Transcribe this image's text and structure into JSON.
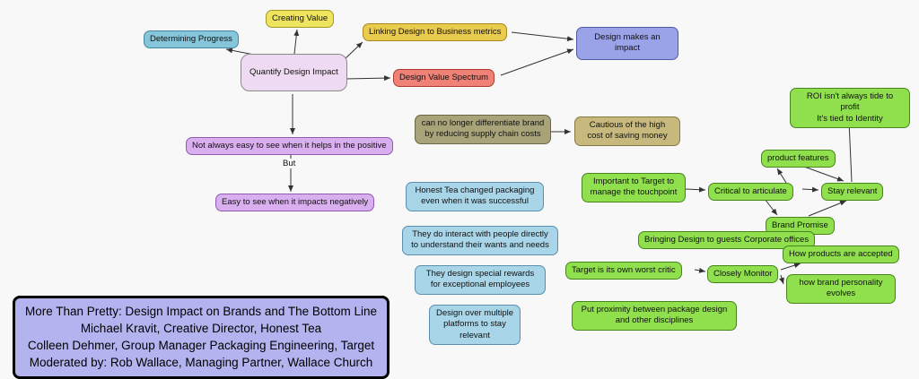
{
  "palette": {
    "background": "#f8f8f8",
    "yellow": "#efe45e",
    "gold": "#e9cb4e",
    "teal_blue": "#85c6db",
    "periwinkle": "#9aa2e8",
    "pale_pink": "#eedaf2",
    "coral_red": "#ef8177",
    "dark_khaki": "#a9a379",
    "khaki": "#c7b97e",
    "violet": "#d9aff0",
    "light_blue": "#a9d5e8",
    "green": "#90e04e",
    "title_box_bg": "#b3b3f0",
    "connector": "#333333"
  },
  "nodes": {
    "creating_value": "Creating Value",
    "determining_progress": "Determining Progress",
    "linking_design": "Linking Design to Business metrics",
    "design_makes_impact": "Design makes an impact",
    "quantify_design_impact": "Quantify Design Impact",
    "design_value_spectrum": "Design Value Spectrum",
    "roi_identity": {
      "line1": "ROI isn't always tide to profit",
      "line2": "It's tied to Identity"
    },
    "cannot_differentiate": "can no longer differentiate brand by reducing supply chain costs",
    "cautious_cost": "Cautious of the high cost of saving money",
    "not_always_easy": "Not always easy to see when it helps in the positive",
    "but": "But",
    "easy_negative": "Easy to see when it impacts negatively",
    "product_features": "product features",
    "important_target": "Important to Target to manage the touchpoint",
    "critical_articulate": "Critical to articulate",
    "stay_relevant": "Stay relevant",
    "brand_promise": "Brand Promise",
    "honest_tea_changed": "Honest Tea changed packaging even when it was successful",
    "they_interact": "They do interact with people directly to understand their wants and needs",
    "bringing_design": "Bringing Design to guests Corporate offices",
    "special_rewards": "They design special rewards for exceptional employees",
    "target_worst_critic": "Target is its own worst critic",
    "closely_monitor": "Closely Monitor",
    "how_products_accepted": "How products are accepted",
    "how_brand_personality": "how brand personality evolves",
    "design_platforms": "Design over multiple platforms to stay relevant",
    "put_proximity": "Put proximity between package design and other disciplines"
  },
  "title_box": {
    "lines": [
      "More Than Pretty: Design Impact on Brands and The Bottom Line",
      "Michael Kravit, Creative Director, Honest Tea",
      "Colleen Dehmer, Group Manager Packaging Engineering, Target",
      "Moderated by: Rob Wallace, Managing Partner, Wallace Church"
    ]
  }
}
